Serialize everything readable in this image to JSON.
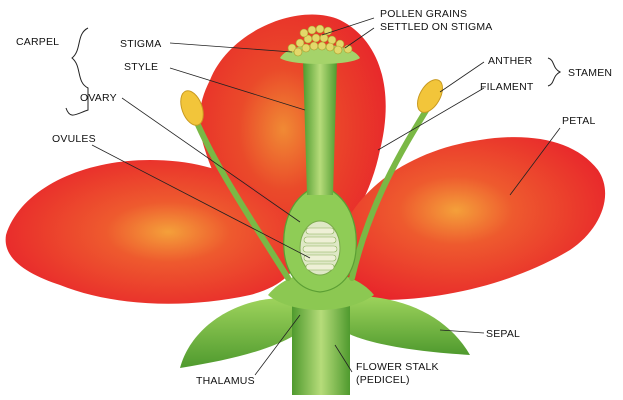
{
  "labels": {
    "pollen_line1": "POLLEN GRAINS",
    "pollen_line2": "SETTLED ON STIGMA",
    "carpel": "CARPEL",
    "stigma": "STIGMA",
    "style": "STYLE",
    "ovary": "OVARY",
    "ovules": "OVULES",
    "anther": "ANTHER",
    "filament": "FILAMENT",
    "stamen": "STAMEN",
    "petal": "PETAL",
    "sepal": "SEPAL",
    "thalamus": "THALAMUS",
    "stalk_line1": "FLOWER STALK",
    "stalk_line2": "(PEDICEL)"
  },
  "colors": {
    "petal_red": "#e8262b",
    "petal_dark": "#c8151c",
    "petal_highlight": "#f4a03a",
    "green": "#7fc24a",
    "green_dark": "#4f9a2e",
    "green_light": "#b6dc7a",
    "anther_yellow": "#f2c53a",
    "pollen": "#e3d86a",
    "ovule": "#eef0d6"
  }
}
